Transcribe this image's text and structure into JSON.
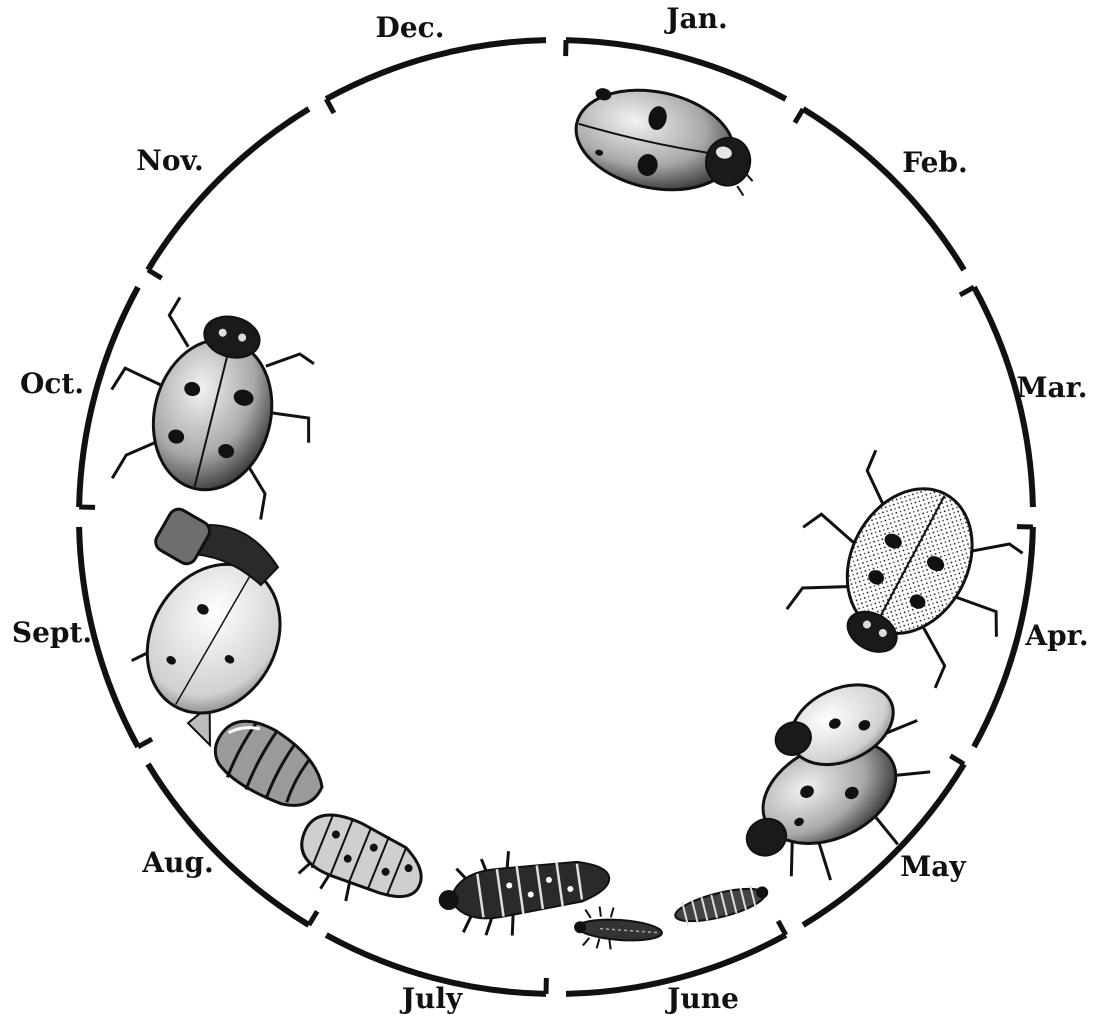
{
  "colors": {
    "ink": "#111111",
    "paper": "#ffffff",
    "shade": "#8a8a8a",
    "light": "#d9d9d9"
  },
  "months": [
    {
      "id": "jan",
      "label": "Jan."
    },
    {
      "id": "feb",
      "label": "Feb."
    },
    {
      "id": "mar",
      "label": "Mar."
    },
    {
      "id": "apr",
      "label": "Apr."
    },
    {
      "id": "may",
      "label": "May"
    },
    {
      "id": "june",
      "label": "June"
    },
    {
      "id": "july",
      "label": "July"
    },
    {
      "id": "aug",
      "label": "Aug."
    },
    {
      "id": "sept",
      "label": "Sept."
    },
    {
      "id": "oct",
      "label": "Oct."
    },
    {
      "id": "nov",
      "label": "Nov."
    },
    {
      "id": "dec",
      "label": "Dec."
    }
  ],
  "illustrations": [
    {
      "name": "adult-beetle-icon"
    },
    {
      "name": "adult-beetle-walking-icon"
    },
    {
      "name": "mating-beetles-icon"
    },
    {
      "name": "small-larva-icon"
    },
    {
      "name": "medium-larva-icon"
    },
    {
      "name": "large-larva-icon"
    },
    {
      "name": "prepupa-larva-icon"
    },
    {
      "name": "pupa-icon"
    },
    {
      "name": "emerging-beetle-icon"
    },
    {
      "name": "adult-beetle-autumn-icon"
    }
  ]
}
